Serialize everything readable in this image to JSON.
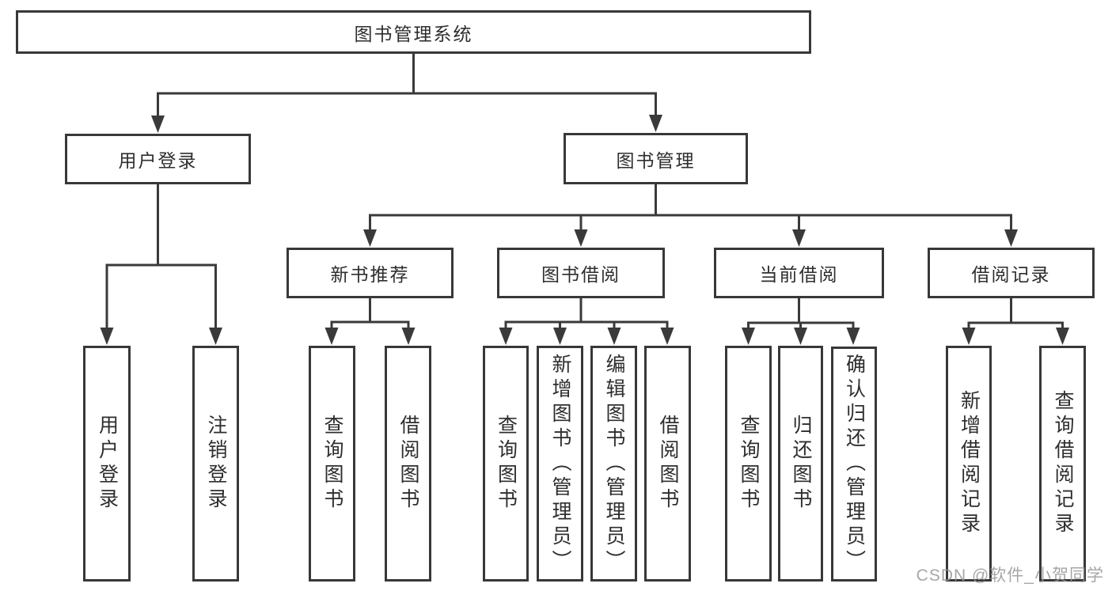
{
  "watermark": {
    "text": "CSDN @软件_小贺同学"
  },
  "colors": {
    "line": "#3a3a3a",
    "box_border": "#383838",
    "text": "#2e2e2e",
    "watermark": "#969696"
  },
  "tree": {
    "root": {
      "label": "图书管理系统"
    },
    "branches": [
      {
        "label": "用户登录",
        "children": [
          {
            "label": "用户登录"
          },
          {
            "label": "注销登录"
          }
        ]
      },
      {
        "label": "图书管理",
        "children": [
          {
            "label": "新书推荐",
            "children": [
              {
                "label": "查询图书"
              },
              {
                "label": "借阅图书"
              }
            ]
          },
          {
            "label": "图书借阅",
            "children": [
              {
                "label": "查询图书"
              },
              {
                "label": "新增图书（管理员）"
              },
              {
                "label": "编辑图书（管理员）"
              },
              {
                "label": "借阅图书"
              }
            ]
          },
          {
            "label": "当前借阅",
            "children": [
              {
                "label": "查询图书"
              },
              {
                "label": "归还图书"
              },
              {
                "label": "确认归还（管理员）"
              }
            ]
          },
          {
            "label": "借阅记录",
            "children": [
              {
                "label": "新增借阅记录"
              },
              {
                "label": "查询借阅记录"
              }
            ]
          }
        ]
      }
    ]
  }
}
